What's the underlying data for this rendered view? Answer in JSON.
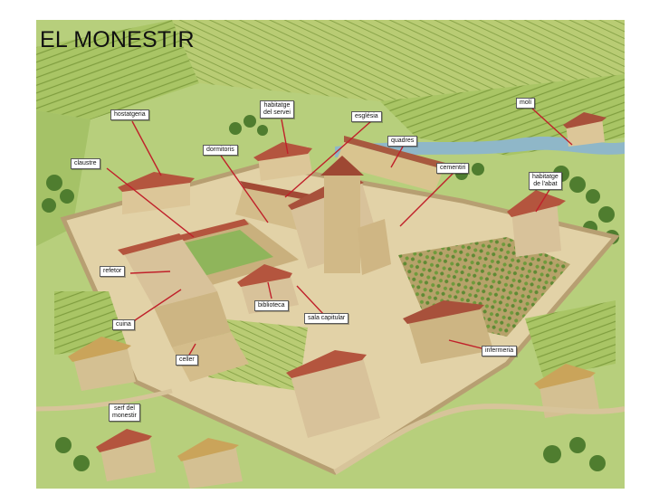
{
  "title": "EL MONESTIR",
  "labels": {
    "hostatgeria": "hostatgeria",
    "habitatge_servei_1": "habitatge",
    "habitatge_servei_2": "del servei",
    "esglesia": "església",
    "moli": "molí",
    "dormitoris": "dormitoris",
    "quadres": "quadres",
    "claustre": "claustre",
    "cementiri": "cementiri",
    "habitatge_abat_1": "habitatge",
    "habitatge_abat_2": "de l'abat",
    "refetor": "refetor",
    "biblioteca": "biblioteca",
    "sala_capitular": "sala capitular",
    "cuina": "cuina",
    "infermeria": "infermeria",
    "celler": "celler",
    "serf_1": "serf del",
    "serf_2": "monestir"
  },
  "colors": {
    "field_green": "#9cbd5c",
    "roof_red": "#b4553e",
    "stone": "#d8c29a",
    "leader_red": "#c0202a"
  }
}
